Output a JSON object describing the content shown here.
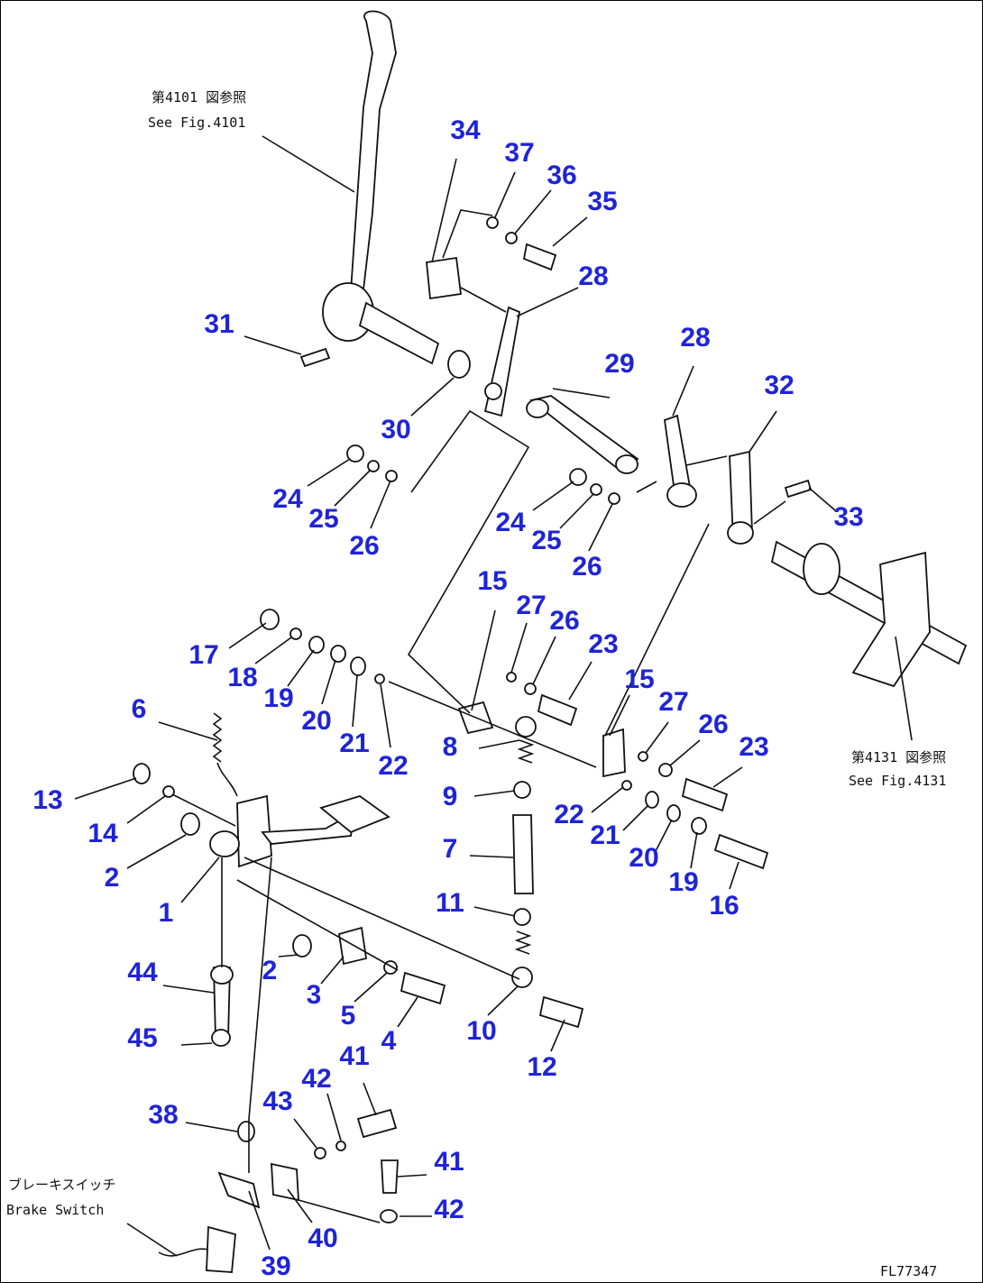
{
  "callouts": {
    "c1": "1",
    "c2a": "2",
    "c2b": "2",
    "c3": "3",
    "c4": "4",
    "c5": "5",
    "c6": "6",
    "c7": "7",
    "c8": "8",
    "c9": "9",
    "c10": "10",
    "c11": "11",
    "c12": "12",
    "c13": "13",
    "c14": "14",
    "c15a": "15",
    "c15b": "15",
    "c16": "16",
    "c17": "17",
    "c18": "18",
    "c19a": "19",
    "c19b": "19",
    "c20a": "20",
    "c20b": "20",
    "c21a": "21",
    "c21b": "21",
    "c22a": "22",
    "c22b": "22",
    "c23a": "23",
    "c23b": "23",
    "c24a": "24",
    "c24b": "24",
    "c25a": "25",
    "c25b": "25",
    "c26a": "26",
    "c26b": "26",
    "c26c": "26",
    "c26d": "26",
    "c27a": "27",
    "c27b": "27",
    "c28a": "28",
    "c28b": "28",
    "c29": "29",
    "c30": "30",
    "c31": "31",
    "c32": "32",
    "c33": "33",
    "c34": "34",
    "c35": "35",
    "c36": "36",
    "c37": "37",
    "c38": "38",
    "c39": "39",
    "c40": "40",
    "c41a": "41",
    "c41b": "41",
    "c42a": "42",
    "c42b": "42",
    "c43": "43",
    "c44": "44",
    "c45": "45"
  },
  "notes": {
    "ref_4101_jp": "第4101 図参照",
    "ref_4101_en": "See Fig.4101",
    "ref_4131_jp": "第4131 図参照",
    "ref_4131_en": "See Fig.4131",
    "brake_switch_jp": "ブレーキスイッチ",
    "brake_switch_en": "Brake Switch",
    "drawing_code": "FL77347"
  },
  "colors": {
    "callout": "#1f24d6",
    "line": "#111111"
  }
}
